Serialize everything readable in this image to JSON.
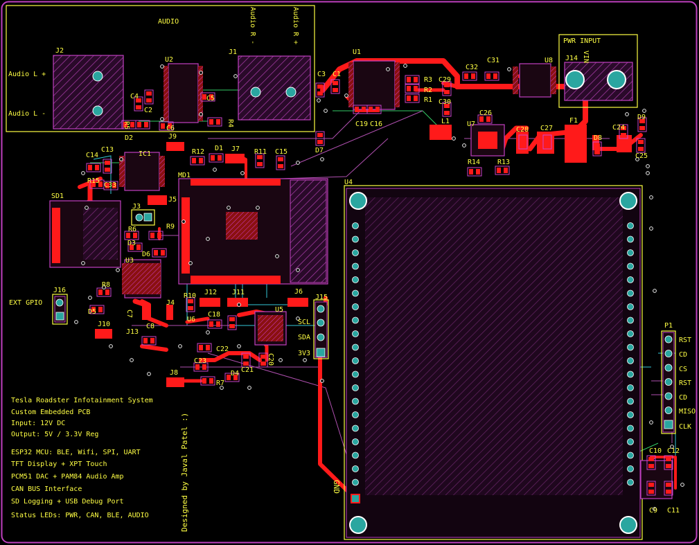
{
  "colors": {
    "background": "#000000",
    "board_outline": "#c040c0",
    "silkscreen": "#ffff44",
    "copper_top": "#ff1a1a",
    "pad_fill": "#cc2222",
    "pad_outline": "#d040d0",
    "via_outline": "#ffffff",
    "through_hole": "#2aa6a0",
    "ratsnest_cyan": "#33c8d8",
    "ratsnest_green": "#33cc66",
    "ratsnest_purple": "#b050b0",
    "courtyard": "#cc44cc"
  },
  "labels": {
    "audio_box": "AUDIO",
    "pwr_input": "PWR INPUT",
    "vin": "VIN",
    "audio_r_minus": "Audio R -",
    "audio_r_plus": "Audio R +",
    "audio_l_plus": "Audio L +",
    "audio_l_minus": "Audio L -",
    "ext_gpio": "EXT GPIO",
    "gnd": "GND",
    "designer": "Designed by Javal Patel :)",
    "scl": "SCL",
    "sda": "SDA",
    "v33": "3V3",
    "p1_pins": [
      "RST",
      "CD",
      "CS",
      "RST",
      "CD",
      "MISO",
      "CLK"
    ]
  },
  "refs": {
    "J1": "J1",
    "J2": "J2",
    "J3": "J3",
    "J4": "J4",
    "J5": "J5",
    "J6": "J6",
    "J7": "J7",
    "J8": "J8",
    "J9": "J9",
    "J10": "J10",
    "J11": "J11",
    "J12": "J12",
    "J13": "J13",
    "J14": "J14",
    "J15": "J15",
    "J16": "J16",
    "U1": "U1",
    "U2": "U2",
    "U3": "U3",
    "U4": "U4",
    "U5": "U5",
    "U6": "U6",
    "U7": "U7",
    "U8": "U8",
    "IC1": "IC1",
    "MD1": "MD1",
    "SD1": "SD1",
    "P1": "P1",
    "L1": "L1",
    "F1": "F1",
    "C1": "C1",
    "C2": "C2",
    "C3": "C3",
    "C4": "C4",
    "C5": "C5",
    "C6": "C6",
    "C7": "C7",
    "C8": "C8",
    "C9": "C9",
    "C10": "C10",
    "C11": "C11",
    "C12": "C12",
    "C13": "C13",
    "C14": "C14",
    "C15": "C15",
    "C16": "C16",
    "C18": "C18",
    "C19": "C19",
    "C20": "C20",
    "C21": "C21",
    "C22": "C22",
    "C23": "C23",
    "C24": "C24",
    "C25": "C25",
    "C26": "C26",
    "C27": "C27",
    "C28": "C28",
    "C29": "C29",
    "C30": "C30",
    "C31": "C31",
    "C32": "C32",
    "C33": "C33",
    "R1": "R1",
    "R2": "R2",
    "R3": "R3",
    "R4": "R4",
    "R5": "R5",
    "R6": "R6",
    "R7": "R7",
    "R8": "R8",
    "R9": "R9",
    "R10": "R10",
    "R11": "R11",
    "R12": "R12",
    "R13": "R13",
    "R14": "R14",
    "R15": "R15",
    "D1": "D1",
    "D2": "D2",
    "D3": "D3",
    "D4": "D4",
    "D5": "D5",
    "D6": "D6",
    "D7": "D7",
    "D8": "D8",
    "D9": "D9"
  },
  "notes": [
    "Tesla Roadster Infotainment System",
    "Custom Embedded PCB",
    "Input: 12V DC",
    "Output: 5V / 3.3V Reg",
    "ESP32 MCU: BLE, Wifi, SPI, UART",
    "TFT Display + XPT Touch",
    "PCM51 DAC + PAM84 Audio Amp",
    "CAN BUS Interface",
    "SD Logging + USB Debug Port",
    "Status LEDs: PWR, CAN, BLE, AUDIO"
  ]
}
